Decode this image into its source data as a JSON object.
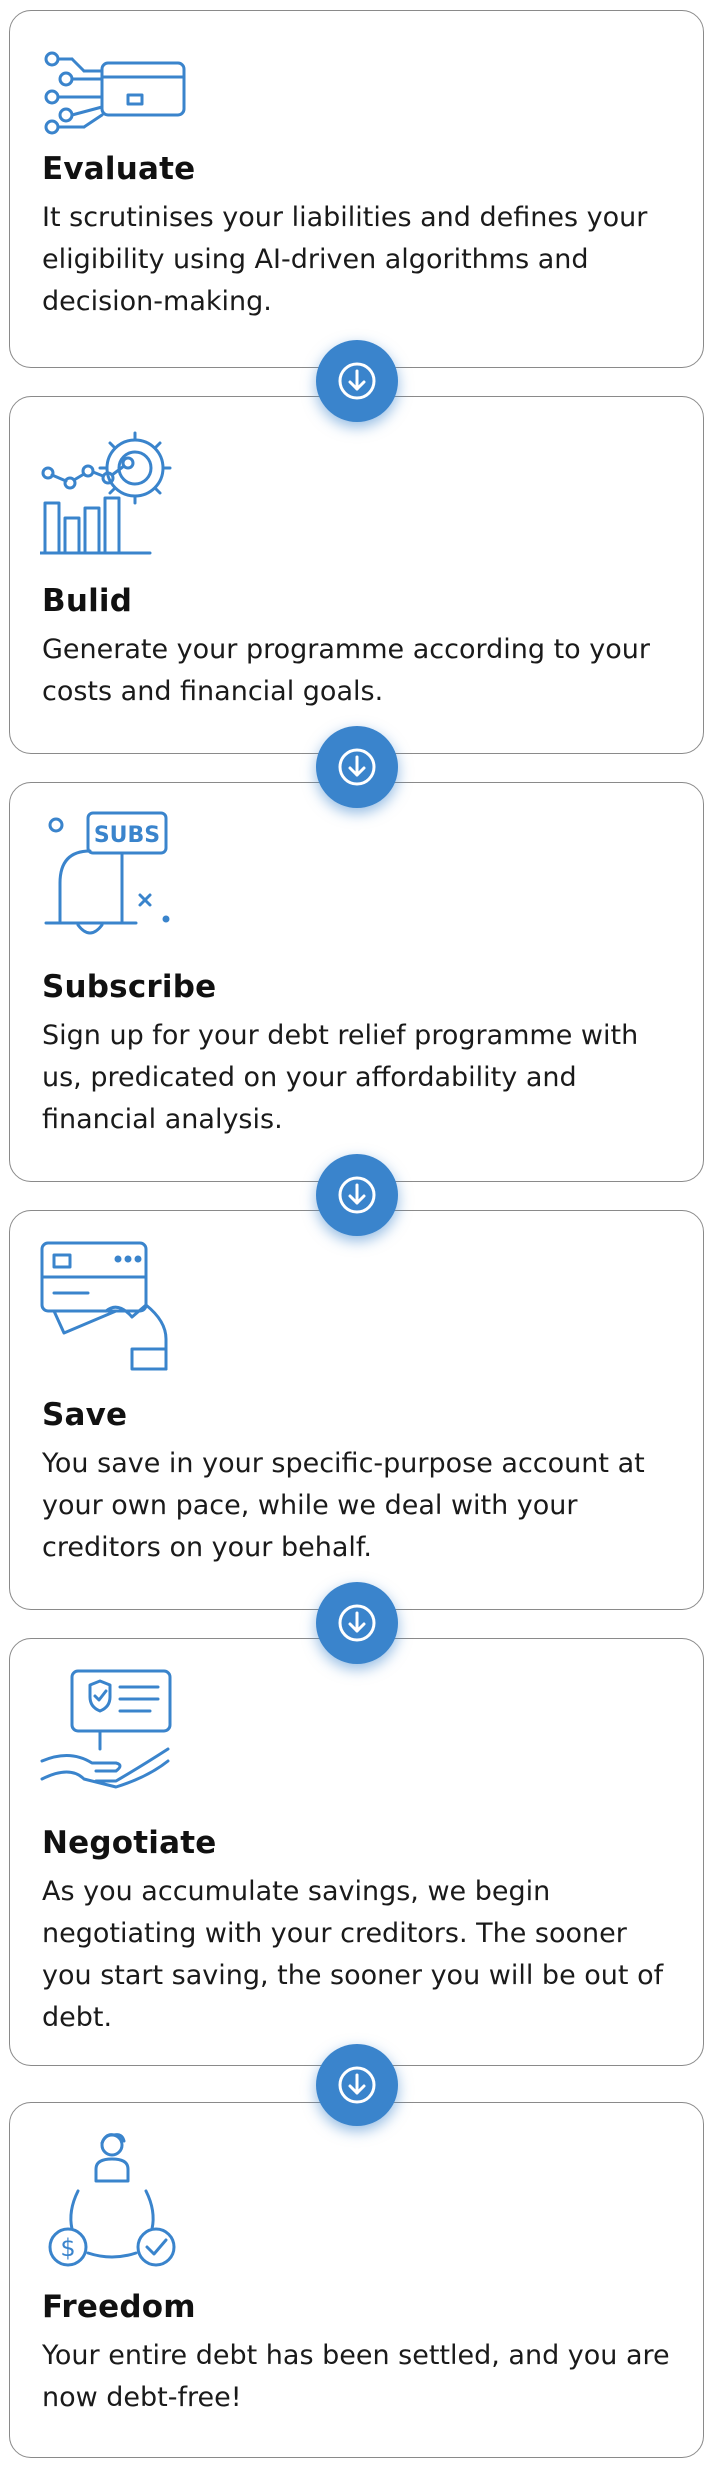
{
  "accent_color": "#3a84cc",
  "steps": [
    {
      "title": "Evaluate",
      "icon": "circuit-card-icon",
      "desc": "It scrutinises your liabilities and defines your eligibility using AI-driven algorithms and decision-making."
    },
    {
      "title": "Bulid",
      "icon": "growth-chart-gear-icon",
      "desc": "Generate your programme according to your costs and financial goals."
    },
    {
      "title": "Subscribe",
      "icon": "subscription-bell-icon",
      "icon_text": "SUBS",
      "desc": "Sign up for your debt relief programme with us, predicated on your affordability and financial analysis."
    },
    {
      "title": "Save",
      "icon": "card-in-hand-icon",
      "desc": "You save in your specific-purpose account at your own pace, while we deal with your creditors on your behalf."
    },
    {
      "title": "Negotiate",
      "icon": "protected-document-hand-icon",
      "desc": "As you accumulate savings, we begin negotiating with your creditors. The sooner you start saving, the sooner you will be out of debt."
    },
    {
      "title": "Freedom",
      "icon": "person-money-check-cycle-icon",
      "desc": "Your entire debt has been settled, and you are now debt-free!"
    }
  ],
  "arrow_icon": "arrow-down-circle-icon"
}
